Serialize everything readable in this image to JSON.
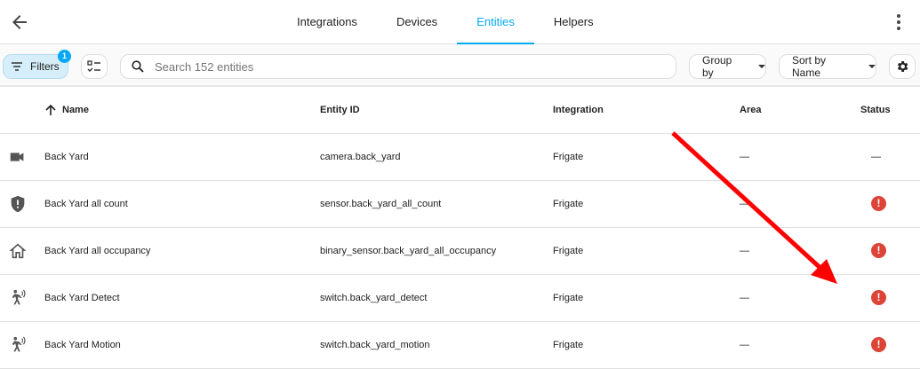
{
  "tabs": [
    {
      "label": "Integrations"
    },
    {
      "label": "Devices"
    },
    {
      "label": "Entities",
      "active": true
    },
    {
      "label": "Helpers"
    }
  ],
  "toolbar": {
    "filters_label": "Filters",
    "filters_count": "1",
    "search_placeholder": "Search 152 entities",
    "group_by": "Group by",
    "sort_by": "Sort by Name"
  },
  "columns": {
    "name": "Name",
    "entity_id": "Entity ID",
    "integration": "Integration",
    "area": "Area",
    "status": "Status"
  },
  "rows": [
    {
      "icon": "camera-icon",
      "name": "Back Yard",
      "entity_id": "camera.back_yard",
      "integration": "Frigate",
      "area": "—",
      "status": "—",
      "status_type": "none"
    },
    {
      "icon": "shield-icon",
      "name": "Back Yard all count",
      "entity_id": "sensor.back_yard_all_count",
      "integration": "Frigate",
      "area": "—",
      "status": "!",
      "status_type": "error"
    },
    {
      "icon": "home-icon",
      "name": "Back Yard all occupancy",
      "entity_id": "binary_sensor.back_yard_all_occupancy",
      "integration": "Frigate",
      "area": "—",
      "status": "!",
      "status_type": "error"
    },
    {
      "icon": "motion-sensor-icon",
      "name": "Back Yard Detect",
      "entity_id": "switch.back_yard_detect",
      "integration": "Frigate",
      "area": "—",
      "status": "!",
      "status_type": "error"
    },
    {
      "icon": "motion-sensor-icon",
      "name": "Back Yard Motion",
      "entity_id": "switch.back_yard_motion",
      "integration": "Frigate",
      "area": "—",
      "status": "!",
      "status_type": "error"
    }
  ],
  "colors": {
    "accent": "#03a9f4",
    "error": "#db4437",
    "annotation_arrow": "#ff0000"
  }
}
